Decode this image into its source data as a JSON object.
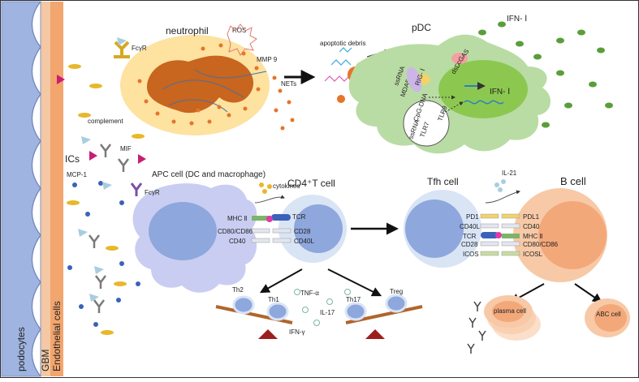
{
  "layers": {
    "podocytes": "podocytes",
    "gbm": "GBM",
    "endothelial": "Endothelial cells"
  },
  "labels": {
    "neutrophil": "neutrophil",
    "ros": "ROS",
    "fcgr_top": "FcγR",
    "mmp9": "MMP 9",
    "nets": "NETs",
    "apoptotic": "apoptotic debris",
    "pdc": "pDC",
    "ifn_i_top": "IFN- Ⅰ",
    "ifn_i_center": "IFN- Ⅰ",
    "ssrna": "ssRNA",
    "mda5": "MDA5",
    "rigi": "RIG- Ⅰ",
    "dsdna": "dsDNA",
    "cgas": "cGAS",
    "tlr7": "TLR7",
    "tlr9": "TLR9",
    "ssrna2": "ssRNA",
    "cpgdna": "CpG-DNA",
    "complement": "complement",
    "mif": "MIF",
    "ics": "ICs",
    "mcp1": "MCP-1",
    "apc": "APC cell (DC and macrophage)",
    "fcgr_mid": "FcγR",
    "cytokines": "cytokines",
    "cd4": "CD4⁺T cell",
    "tfh": "Tfh cell",
    "il21": "IL-21",
    "bcell": "B cell",
    "mhc2": "MHC Ⅱ",
    "tcr": "TCR",
    "cd80": "CD80/CD86",
    "cd28": "CD28",
    "cd40": "CD40",
    "cd40l": "CD40L",
    "pd1": "PD1",
    "pdl1": "PDL1",
    "cd40l_b": "CD40L",
    "cd40_b": "CD40",
    "tcr_b": "TCR",
    "mhc2_b": "MHC Ⅱ",
    "cd28_b": "CD28",
    "cd80_b": "CD80/CD86",
    "icos": "ICOS",
    "icosl": "ICOSL",
    "th2": "Th2",
    "th1": "Th1",
    "tnfa": "TNF-α",
    "il17": "IL-17",
    "th17": "Th17",
    "treg": "Treg",
    "ifng": "IFN-γ",
    "plasma": "plasma cell",
    "abc": "ABC cell"
  },
  "colors": {
    "podocyte": "#9fb4e0",
    "gbm": "#f4c8a4",
    "endothelial": "#f3a56e",
    "neutrophil": "#fde2a0",
    "nucleus": "#c8651e",
    "pdc": "#b9dca4",
    "pdc_nucleus": "#8cc850",
    "apc": "#c9cdf2",
    "tcell": "#d9e4f5",
    "tcell_nucleus": "#8ea7dc",
    "bcell": "#f8c9a6",
    "bcell_nucleus": "#f3a87a",
    "seesaw": "#b0652c",
    "fulcrum": "#9c1f1f"
  }
}
